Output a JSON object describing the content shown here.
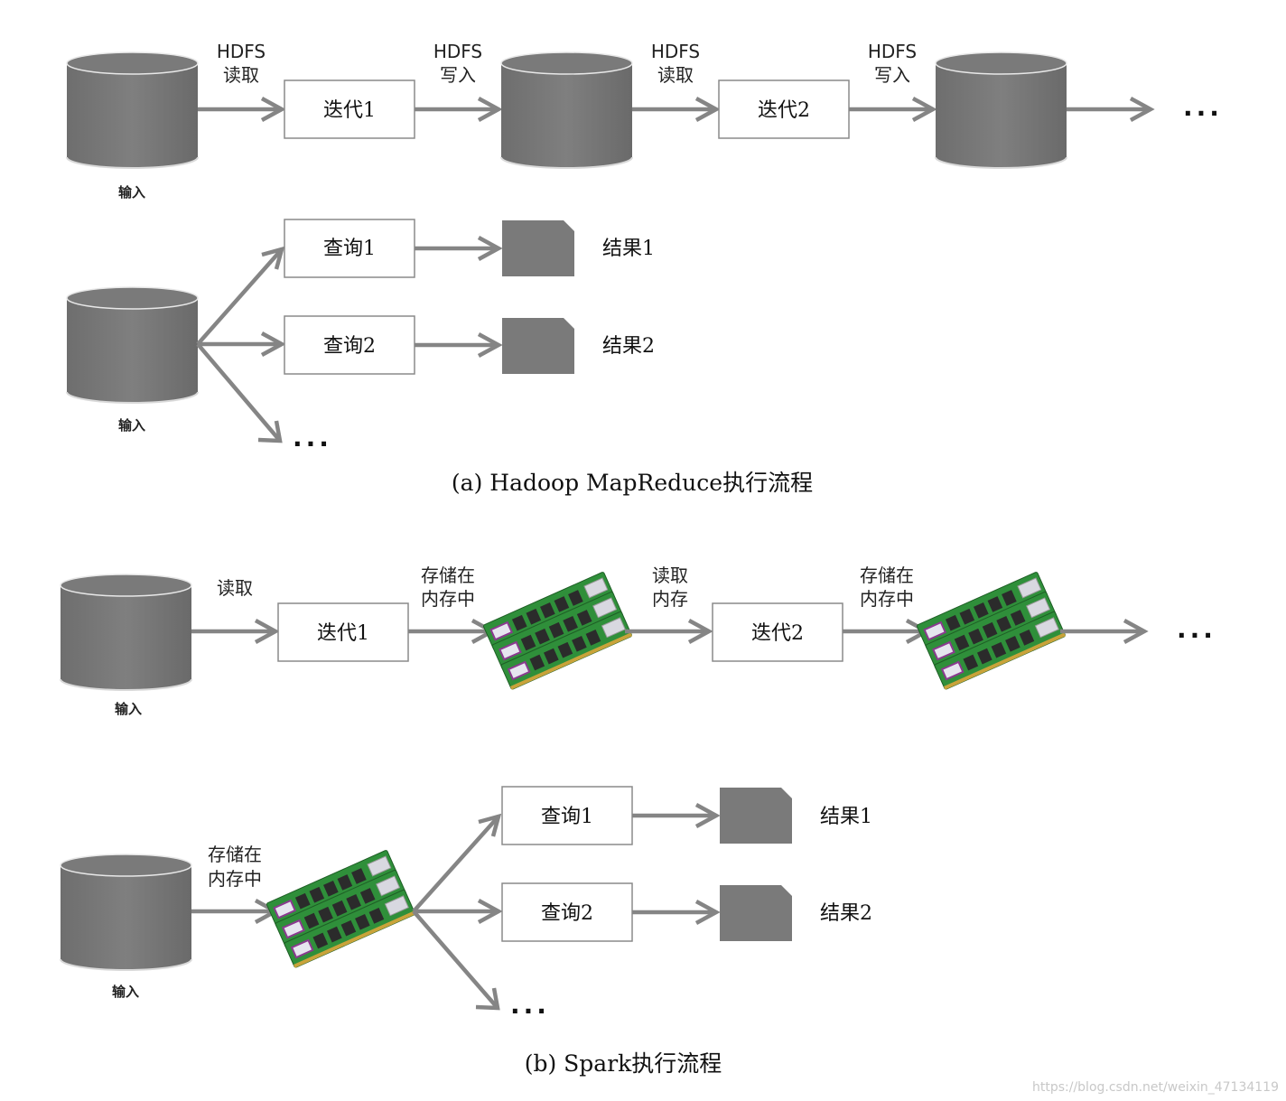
{
  "hadoop": {
    "input_label": "输入",
    "hdfs_read": [
      "HDFS",
      "读取"
    ],
    "hdfs_write": [
      "HDFS",
      "写入"
    ],
    "iter1": "迭代1",
    "iter2": "迭代2",
    "ellipsis": "...",
    "query1": "查询1",
    "query2": "查询2",
    "result1": "结果1",
    "result2": "结果2",
    "caption": "(a) Hadoop MapReduce执行流程"
  },
  "spark": {
    "input_label": "输入",
    "read": "读取",
    "store_mem": [
      "存储在",
      "内存中"
    ],
    "read_mem": [
      "读取",
      "内存"
    ],
    "iter1": "迭代1",
    "iter2": "迭代2",
    "ellipsis": "...",
    "query1": "查询1",
    "query2": "查询2",
    "result1": "结果1",
    "result2": "结果2",
    "caption": "(b) Spark执行流程"
  },
  "watermark": "https://blog.csdn.net/weixin_47134119",
  "colors": {
    "cylinder": "#7a7a7a",
    "arrow": "#858585",
    "ram_board": "#2f8f3a",
    "ram_chip": "#2b2b2b",
    "ram_label": "#8a3a8f"
  }
}
